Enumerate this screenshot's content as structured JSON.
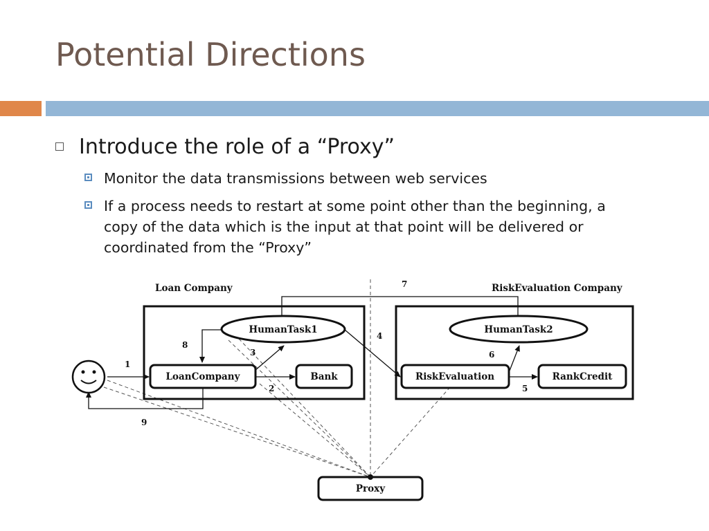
{
  "slide": {
    "title": "Potential Directions",
    "bullet1": "Introduce the role of a “Proxy”",
    "sub1": "Monitor the data transmissions between web services",
    "sub2_line1": "If a process needs to restart at some point other than the beginning, a",
    "sub2_line2": "copy of the data which is the input at that point will be delivered or",
    "sub2_line3": "coordinated from the “Proxy”"
  },
  "diagram": {
    "loan_company_label": "Loan Company",
    "risk_company_label": "RiskEvaluation Company",
    "nodes": {
      "humantask1": "HumanTask1",
      "humantask2": "HumanTask2",
      "loancompany": "LoanCompany",
      "bank": "Bank",
      "riskevaluation": "RiskEvaluation",
      "rankcredit": "RankCredit",
      "proxy": "Proxy"
    },
    "edge_labels": {
      "n1": "1",
      "n2": "2",
      "n3": "3",
      "n4": "4",
      "n5": "5",
      "n6": "6",
      "n7": "7",
      "n8": "8",
      "n9": "9"
    }
  }
}
